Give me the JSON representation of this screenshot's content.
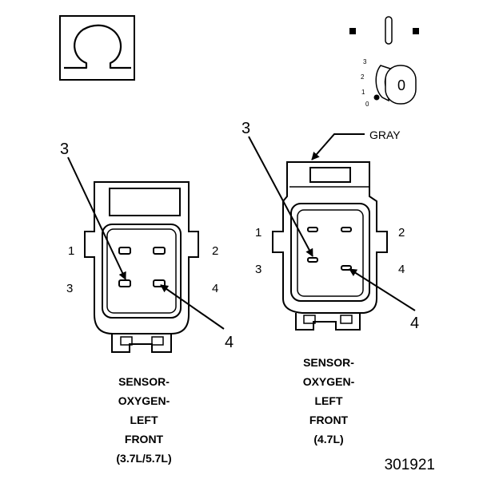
{
  "ohmmeter": {
    "symbol": "Ω"
  },
  "ignition_switch": {
    "positions": [
      "3",
      "2",
      "1",
      "0"
    ],
    "key_label": "0"
  },
  "connector_left": {
    "pins": [
      "1",
      "2",
      "3",
      "4"
    ],
    "callouts": [
      "3",
      "4"
    ],
    "caption": [
      "SENSOR-",
      "OXYGEN-",
      "LEFT",
      "FRONT",
      "(3.7L/5.7L)"
    ]
  },
  "connector_right": {
    "wire_color": "GRAY",
    "pins": [
      "1",
      "2",
      "3",
      "4"
    ],
    "callouts": [
      "3",
      "4"
    ],
    "caption": [
      "SENSOR-",
      "OXYGEN-",
      "LEFT",
      "FRONT",
      "(4.7L)"
    ]
  },
  "figure_number": "301921"
}
